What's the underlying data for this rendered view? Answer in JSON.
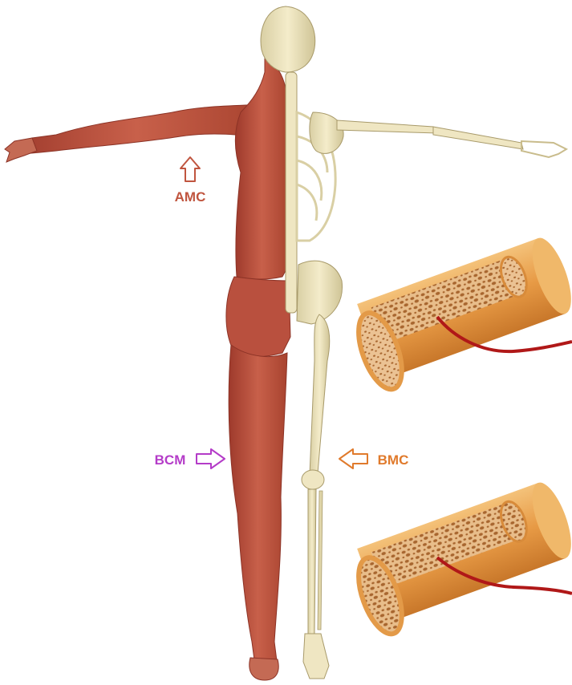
{
  "labels": {
    "amc": "AMC",
    "bcm": "BCM",
    "bmc": "BMC"
  },
  "colors": {
    "amc": "#c0553f",
    "bcm": "#b43cc8",
    "bmc": "#e07a2c",
    "muscle": "#b84a3a",
    "bone": "#e8dfb8",
    "bone_outer": "#e8a24f",
    "vessel": "#b01818"
  },
  "icons": {
    "amc_arrow": "arrow-up-icon",
    "bcm_arrow": "arrow-right-icon",
    "bmc_arrow": "arrow-left-icon"
  }
}
